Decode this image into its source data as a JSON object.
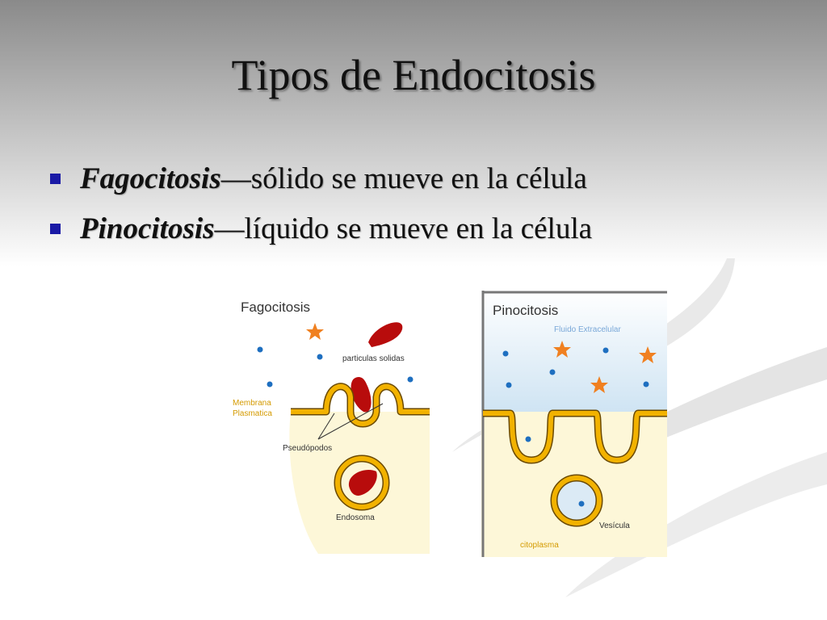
{
  "slide": {
    "title": "Tipos de Endocitosis",
    "bullets": [
      {
        "term": "Fagocitosis",
        "rest": "—sólido se mueve en la célula"
      },
      {
        "term": "Pinocitosis",
        "rest": "—líquido se mueve en la célula"
      }
    ]
  },
  "diagrams": {
    "fagocitosis": {
      "heading": "Fagocitosis",
      "label_particles": "particulas solidas",
      "label_membrane_1": "Membrana",
      "label_membrane_2": "Plasmatica",
      "label_pseudopods": "Pseudópodos",
      "label_endosome": "Endosoma"
    },
    "pinocitosis": {
      "heading": "Pinocitosis",
      "label_fluid": "Fluido Extracelular",
      "label_vesicle": "Vesícula",
      "label_cytoplasm": "citoplasma"
    }
  },
  "colors": {
    "bullet": "#1a1aa6",
    "membrane": "#f2b200",
    "particle": "#b80c0c",
    "star": "#f08020",
    "dot": "#1e6fc0",
    "cytoplasm": "#fdf7d8",
    "fluid": "#cfe4f3"
  }
}
